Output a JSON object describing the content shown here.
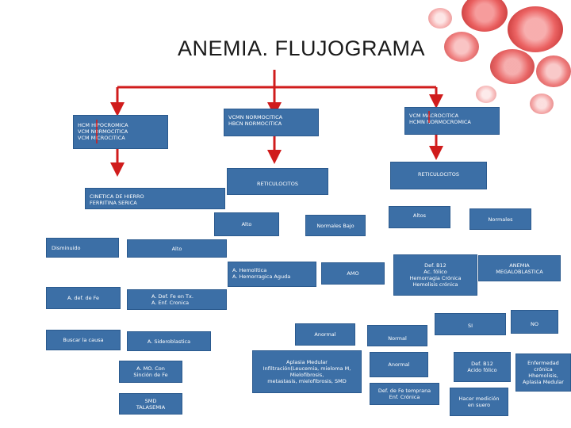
{
  "title": "ANEMIA. FLUJOGRAMA",
  "colors": {
    "box": "#3c6fa6",
    "arrow": "#d01c1c",
    "accent": "#e23b3b"
  },
  "nodes": {
    "hipocromica": "HCM  HIPOCROMICA\nVCM  NORMOCITICA\nVCM  MICROCITICA",
    "normocitica": "VCMN  NORMOCITICA\nHBCN  NORMOCITICA",
    "macrocitica": "VCM    MACROCITICA\nHCMN NORMOCROMICA",
    "reticulocitos_left": "RETICULOCITOS",
    "reticulocitos_right": "RETICULOCITOS",
    "cinetica": "CINETICA DE HIERRO\nFERRITINA SERICA",
    "alto_left": "Alto",
    "normales_bajo": "Normales Bajo",
    "altos_right": "Altos",
    "normales_right": "Normales",
    "disminuido": "Disminuido",
    "alto_ferritina": "Alto",
    "hemolitica": "A. Hemolítica\n   A. Hemorragica Aguda",
    "amo": "AMO",
    "def_b12_hemolisis": "Def. B12\nAc. fólico\nHemorragia Crónica\nHemolisis crónica",
    "anemia_megaloblastica": "ANEMIA\nMEGALOBLASTICA",
    "def_fe": "A. def. de Fe",
    "def_fe_tx": "A.     Def. Fe en Tx.\nA. Enf. Cronica",
    "si": "SI",
    "no": "NO",
    "buscar_causa": "Buscar la causa",
    "sideroblastica": "A. Sideroblastica",
    "anormal_left": "Anormal",
    "normal_mid": "Normal",
    "amo_con": "A. MO. Con\nSinción de  Fe",
    "aplasia": "Aplasia Medular\nInfiltración(Leucemia, mieloma M,\nMielofibrosis,\nmetastasis, mielofibrosis, SMD",
    "anormal_right": "Anormal",
    "def_b12_folico": "Def. B12\nAcido fólico",
    "enf_cronica": "Enfermedad\ncrónica\nHhemolisis,\nAplasia Medular",
    "smd": "SMD\nTALASEMIA",
    "def_fe_temprana": "Def. de Fe temprana\nEnf. Crónica",
    "medicion": "Hacer medición\nen suero"
  }
}
